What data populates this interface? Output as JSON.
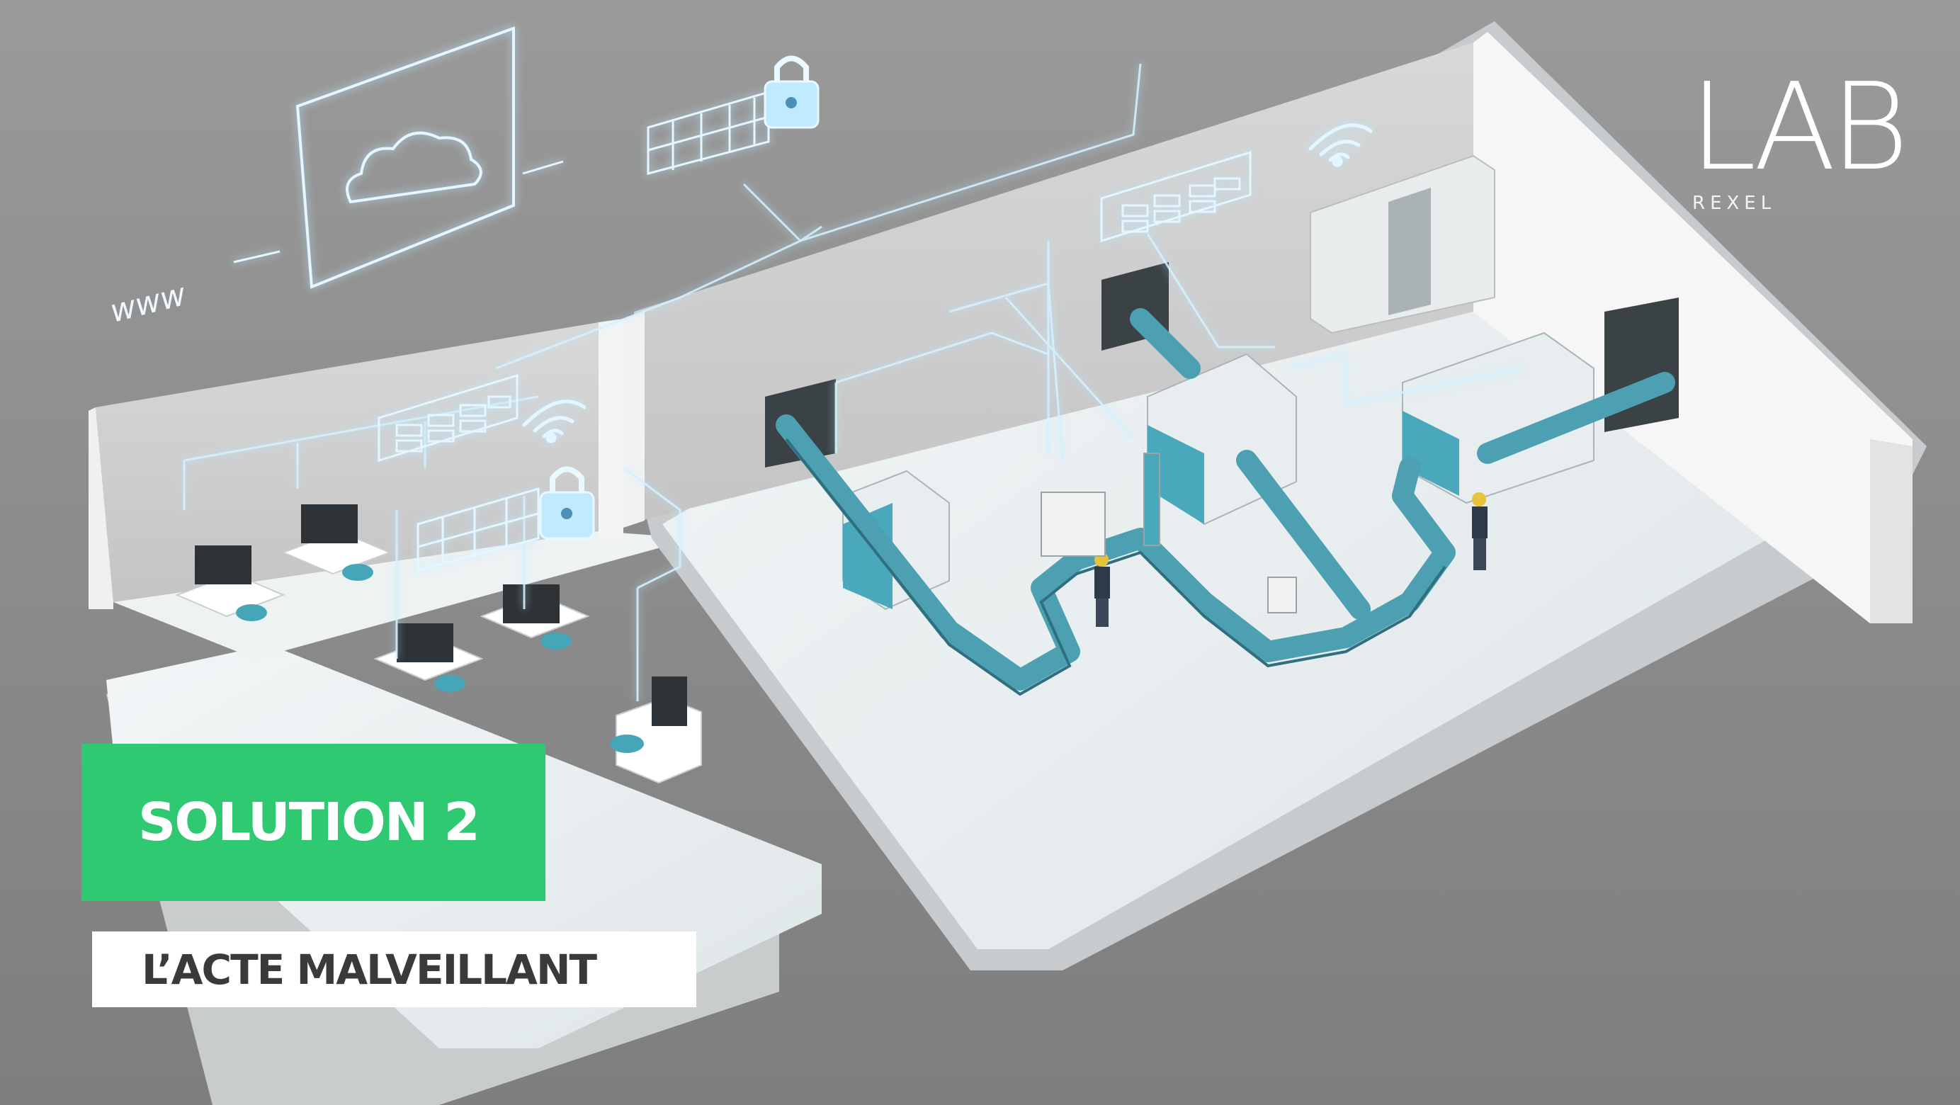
{
  "logo": {
    "mark": "LAB",
    "subtext": "REXEL"
  },
  "caption": {
    "solution": "SOLUTION 2",
    "subtitle": "L’ACTE MALVEILLANT"
  },
  "scene": {
    "www_label": "www",
    "icons": [
      "cloud-icon",
      "firewall-icon",
      "lock-icon",
      "wifi-icon",
      "network-switch-icon"
    ]
  },
  "colors": {
    "background": "#8a8a8a",
    "floor": "#e9eff1",
    "accent_teal": "#4aa8bc",
    "solution_green": "#2ec970",
    "network_glow": "#cfefff"
  }
}
